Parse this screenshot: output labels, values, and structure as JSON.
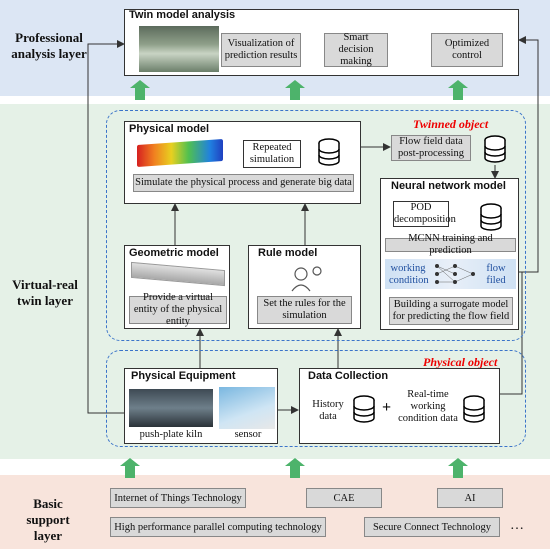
{
  "layers": {
    "professional": "Professional analysis layer",
    "virtual_real": "Virtual-real twin layer",
    "basic": "Basic support layer"
  },
  "twin_analysis": {
    "title": "Twin model analysis",
    "items": [
      "Visualization of prediction results",
      "Smart decision making",
      "Optimized control"
    ]
  },
  "twinned_object_label": "Twinned  object",
  "physical_object_label": "Physical  object",
  "physical_model": {
    "title": "Physical model",
    "repeated": "Repeated simulation",
    "simulate": "Simulate the physical process and generate big data"
  },
  "flow_post": "Flow field data post-processing",
  "neural": {
    "title": "Neural network model",
    "pod": "POD decomposition",
    "mcnn": "MCNN training and prediction",
    "working": "working condition",
    "flow": "flow filed",
    "surrogate": "Building a surrogate model for predicting the flow field"
  },
  "geometric": {
    "title": "Geometric model",
    "desc": "Provide a virtual entity of the physical entity"
  },
  "rule": {
    "title": "Rule model",
    "desc": "Set the rules for the simulation"
  },
  "equipment": {
    "title": "Physical Equipment",
    "kiln": "push-plate kiln",
    "sensor": "sensor"
  },
  "collection": {
    "title": "Data Collection",
    "history": "History data",
    "plus": "+",
    "realtime": "Real-time working condition data"
  },
  "basic_items": {
    "iot": "Internet of Things Technology",
    "cae": "CAE",
    "ai": "AI",
    "hpc": "High performance parallel computing technology",
    "secure": "Secure Connect Technology",
    "more": "…"
  },
  "colors": {
    "arrow_green": "#4db36b",
    "dash_blue": "#3b74c9",
    "label_red": "#e00000"
  }
}
